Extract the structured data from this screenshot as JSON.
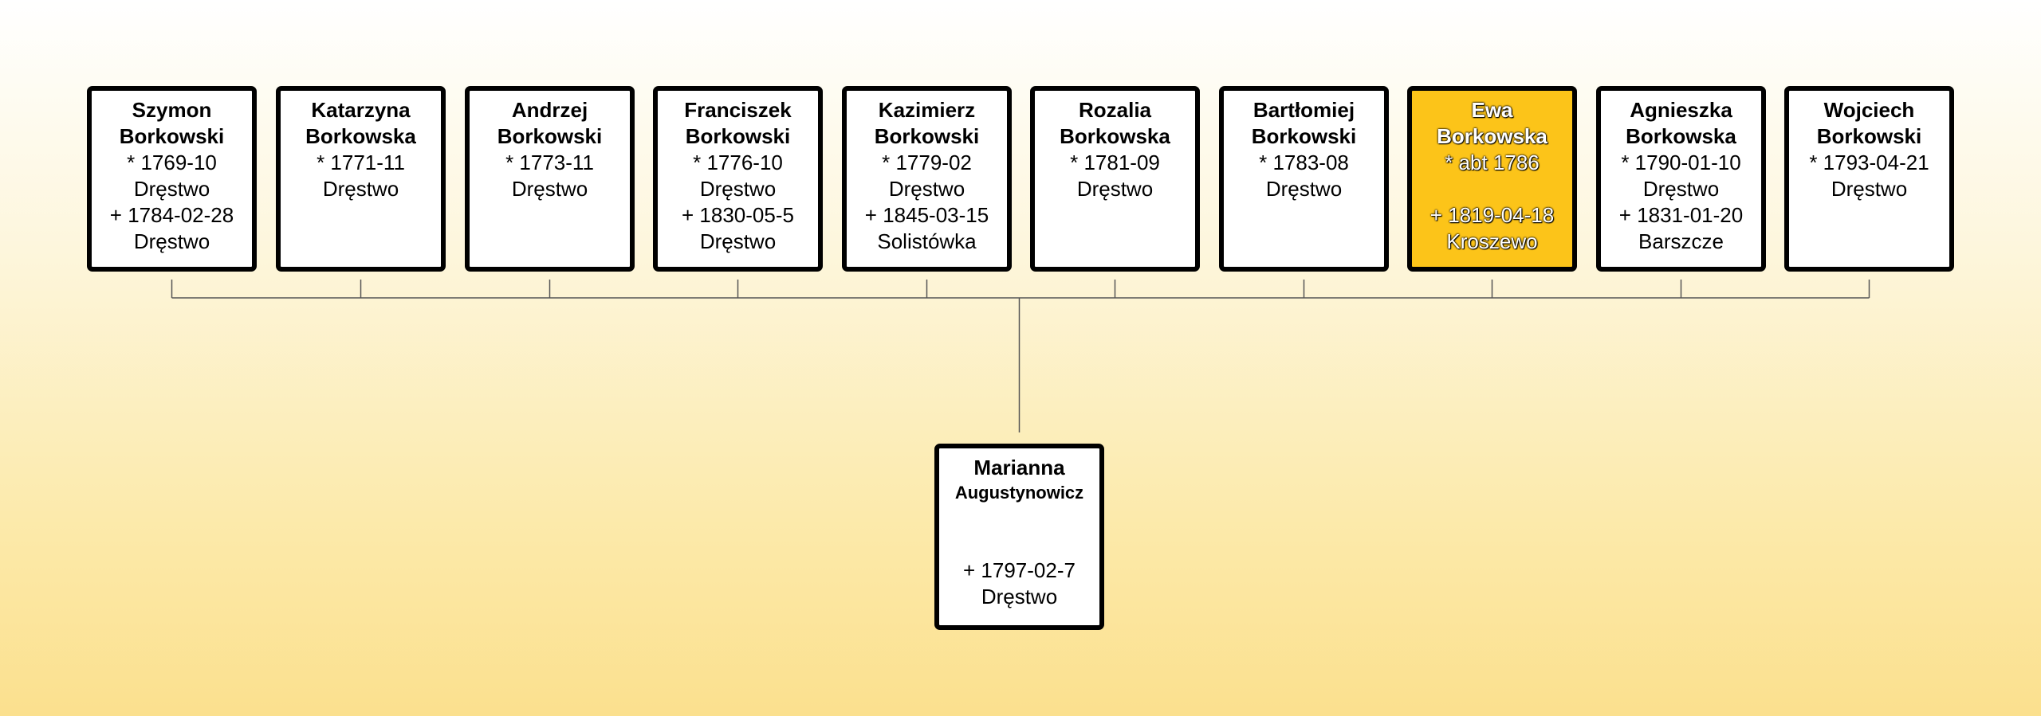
{
  "siblings": [
    {
      "given": "Szymon",
      "surname": "Borkowski",
      "lines": [
        "* 1769-10",
        "Dręstwo",
        "+ 1784-02-28",
        "Dręstwo"
      ]
    },
    {
      "given": "Katarzyna",
      "surname": "Borkowska",
      "lines": [
        "* 1771-11",
        "Dręstwo",
        "",
        ""
      ]
    },
    {
      "given": "Andrzej",
      "surname": "Borkowski",
      "lines": [
        "* 1773-11",
        "Dręstwo",
        "",
        ""
      ]
    },
    {
      "given": "Franciszek",
      "surname": "Borkowski",
      "lines": [
        "* 1776-10",
        "Dręstwo",
        "+ 1830-05-5",
        "Dręstwo"
      ]
    },
    {
      "given": "Kazimierz",
      "surname": "Borkowski",
      "lines": [
        "* 1779-02",
        "Dręstwo",
        "+ 1845-03-15",
        "Solistówka"
      ]
    },
    {
      "given": "Rozalia",
      "surname": "Borkowska",
      "lines": [
        "* 1781-09",
        "Dręstwo",
        "",
        ""
      ]
    },
    {
      "given": "Bartłomiej",
      "surname": "Borkowski",
      "lines": [
        "* 1783-08",
        "Dręstwo",
        "",
        ""
      ]
    },
    {
      "given": "Ewa",
      "surname": "Borkowska",
      "lines": [
        "* abt 1786",
        "",
        "+ 1819-04-18",
        "Kroszewo"
      ],
      "highlighted": true
    },
    {
      "given": "Agnieszka",
      "surname": "Borkowska",
      "lines": [
        "* 1790-01-10",
        "Dręstwo",
        "+ 1831-01-20",
        "Barszcze"
      ]
    },
    {
      "given": "Wojciech",
      "surname": "Borkowski",
      "lines": [
        "* 1793-04-21",
        "Dręstwo",
        "",
        ""
      ]
    }
  ],
  "child": {
    "given": "Marianna",
    "surname": "Augustynowicz",
    "lines": [
      "",
      "",
      "+ 1797-02-7",
      "Dręstwo"
    ]
  },
  "colors": {
    "highlight": "#fcc419",
    "border": "#000000",
    "connector": "#555555"
  }
}
